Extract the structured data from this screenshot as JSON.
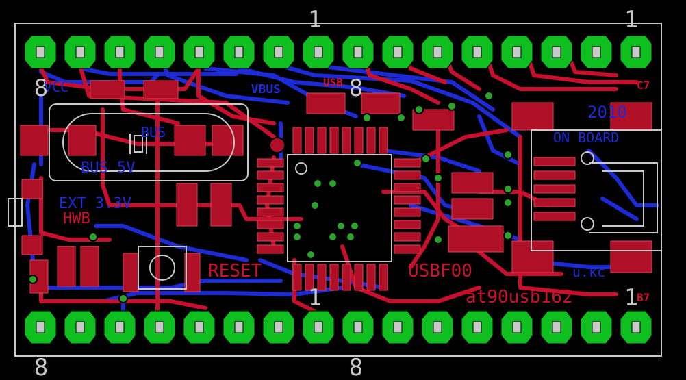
{
  "board": {
    "colors": {
      "background": "#000000",
      "top_copper": "#c8102e",
      "bottom_copper": "#1c2bd6",
      "pad": "#0fbf1f",
      "silkscreen": "#c8c8c8",
      "via": "#2ca32c"
    },
    "pin_markers": {
      "top_left": "1",
      "top_right": "1",
      "bottom_center": "1",
      "bottom_right": "1",
      "left_8_top": "8",
      "center_8_top": "8",
      "left_8_bottom": "8",
      "center_8_bottom": "8"
    },
    "labels": {
      "vbus": "VBUS",
      "usb": "USB",
      "hwb": "HWB",
      "reset": "RESET",
      "usbf00": "USBF00",
      "chip": "at90usb162",
      "ext_33v": "EXT 3.3V",
      "bus_5v": "BUS 5V",
      "bus_mid": "BUS",
      "year": "2010",
      "c7": "C7",
      "b7": "B7",
      "on_board": "ON BOARD",
      "vcc": "VCC",
      "url_fragment": "u.kc"
    }
  }
}
